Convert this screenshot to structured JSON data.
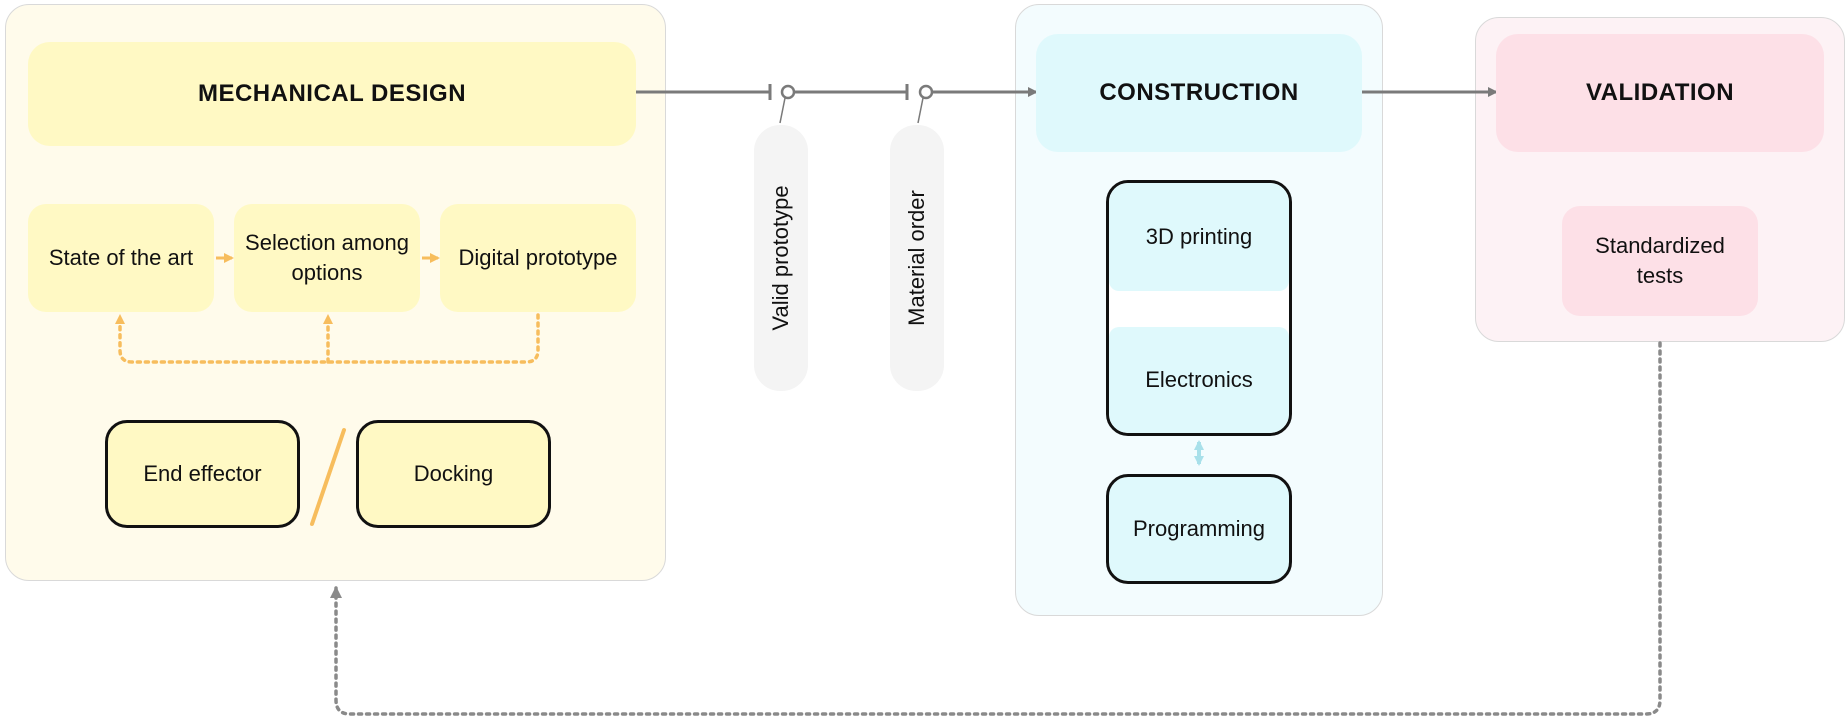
{
  "mechanical_design": {
    "title": "MECHANICAL DESIGN",
    "steps": [
      "State of the art",
      "Selection among options",
      "Digital prototype"
    ],
    "variants": [
      "End effector",
      "Docking"
    ],
    "separator": "/"
  },
  "milestones": [
    "Valid prototype",
    "Material order"
  ],
  "construction": {
    "title": "CONSTRUCTION",
    "items": [
      "3D printing",
      "Electronics",
      "Programming"
    ]
  },
  "validation": {
    "title": "VALIDATION",
    "items": [
      "Standardized tests"
    ]
  },
  "colors": {
    "mech_panel": "#fffbeb",
    "mech_node": "#fff9c4",
    "mech_accent": "#f7bd5d",
    "construction_panel": "#f3fcfe",
    "construction_node": "#dff9fc",
    "construction_accent": "#a8e0ea",
    "validation_panel": "#fdf2f5",
    "validation_node": "#fde0e7",
    "connector": "#7a7a7a",
    "feedback": "#8a8a8a"
  }
}
